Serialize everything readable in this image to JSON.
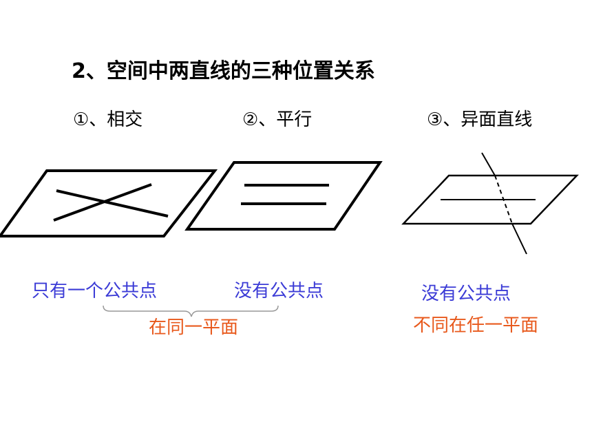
{
  "title": "2、空间中两直线的三种位置关系",
  "cases": [
    {
      "label": "①、相交",
      "description": "只有一个公共点"
    },
    {
      "label": "②、平行",
      "description": "没有公共点"
    },
    {
      "label": "③、异面直线",
      "description": "没有公共点"
    }
  ],
  "conclusions": {
    "same_plane": "在同一平面",
    "not_same_plane": "不同在任一平面"
  },
  "colors": {
    "description": "#3b3bd6",
    "conclusion": "#e8591c",
    "stroke": "#000000",
    "brace": "#999999"
  }
}
